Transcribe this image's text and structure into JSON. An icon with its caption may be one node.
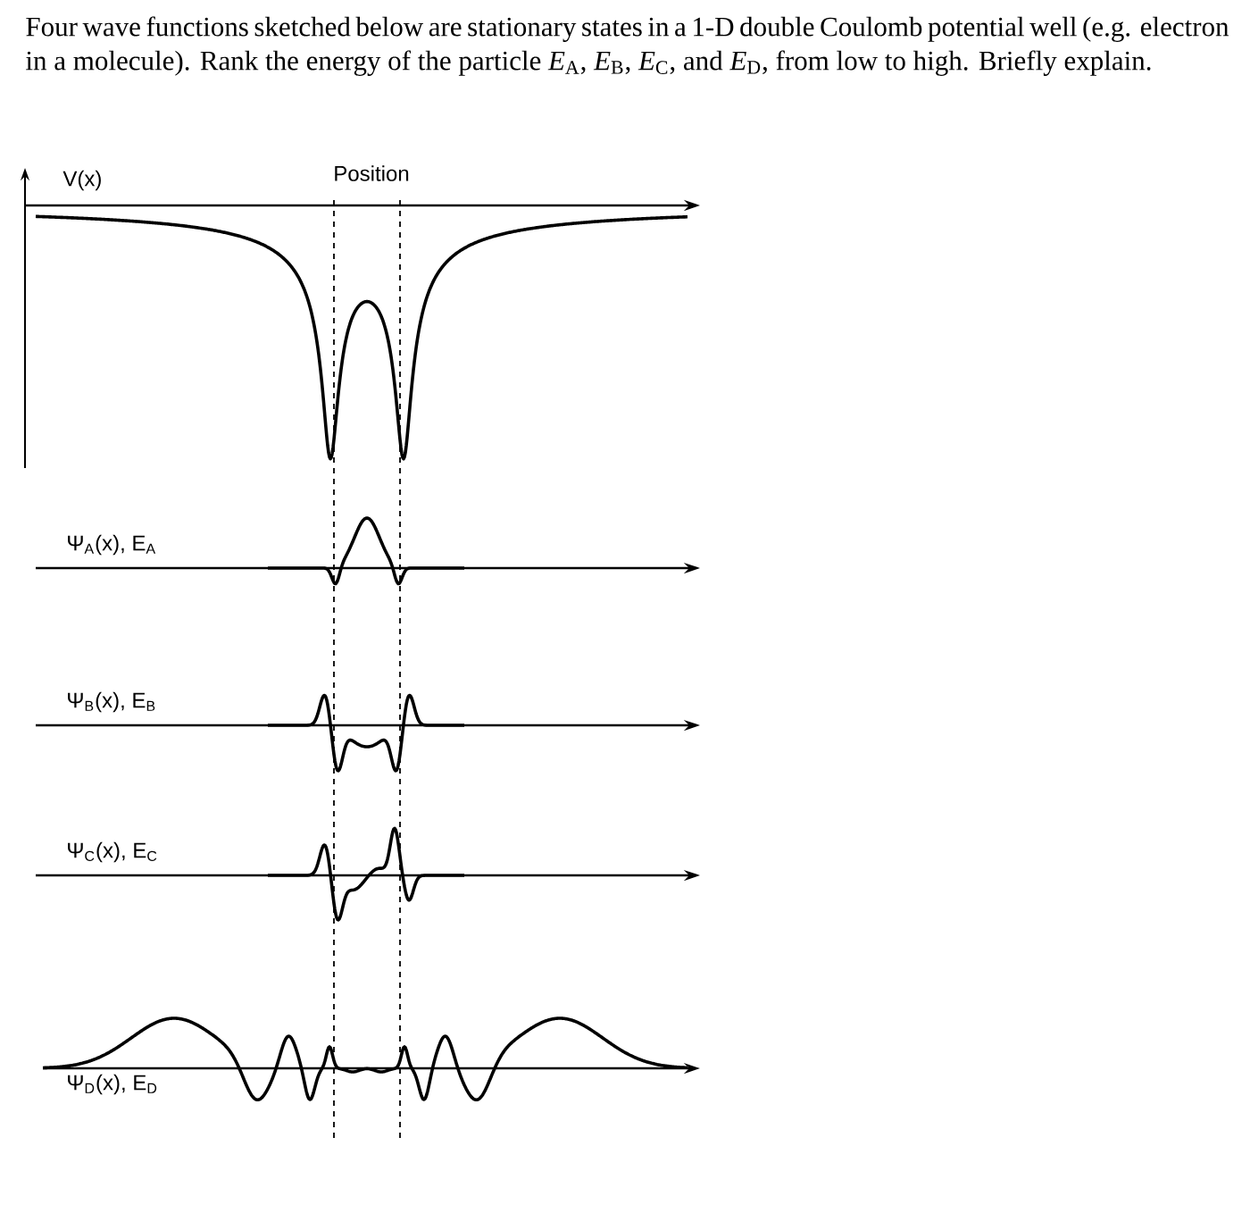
{
  "diagram": {
    "title": "Four wave functions sketched below are stationary states in a 1-D double Coulomb potential well (e.g. electron in a molecule). Rank the energy of the particle *E*$_{A}$, *E*$_{B}$, *E*$_{C}$, and *E*$_{D}$, from low to high. Briefly explain.",
    "labels": [
      "V(x)",
      "Position",
      "Ψ$_{A}$(x), E$_{A}$",
      "Ψ$_{B}$(x), E$_{B}$",
      "Ψ$_{C}$(x), E$_{C}$",
      "Ψ$_{D}$(x), E$_{D}$"
    ]
  }
}
